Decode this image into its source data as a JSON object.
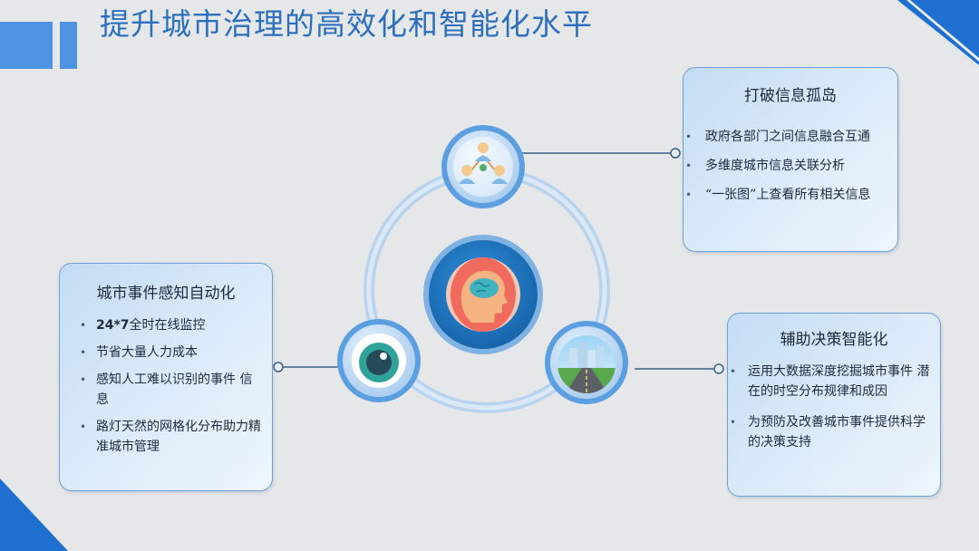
{
  "title": "提升城市治理的高效化和智能化水平",
  "cards": {
    "top_right": {
      "heading": "打破信息孤岛",
      "items": [
        "政府各部门之间信息融合互通",
        "多维度城市信息关联分析",
        "“一张图”上查看所有相关信息"
      ]
    },
    "left": {
      "heading": "城市事件感知自动化",
      "item1_bold": "24*7",
      "item1_rest": "全时在线监控",
      "items": [
        "节省大量人力成本",
        "感知人工难以识别的事件 信息",
        "路灯天然的网格化分布助力精准城市管理"
      ]
    },
    "right": {
      "heading": "辅助决策智能化",
      "items": [
        "运用大数据深度挖掘城市事件 潜在的时空分布规律和成因",
        "为预防及改善城市事件提供科学的决策支持"
      ]
    }
  },
  "icons": {
    "center": "brain-head-icon",
    "top": "network-people-icon",
    "left": "eye-icon",
    "right": "city-road-icon"
  },
  "colors": {
    "accent": "#4f94e3",
    "title": "#2b6fbe",
    "corner": "#1f6fd1",
    "ring": "#b9d3ee",
    "card_border": "#6c9fd6"
  }
}
